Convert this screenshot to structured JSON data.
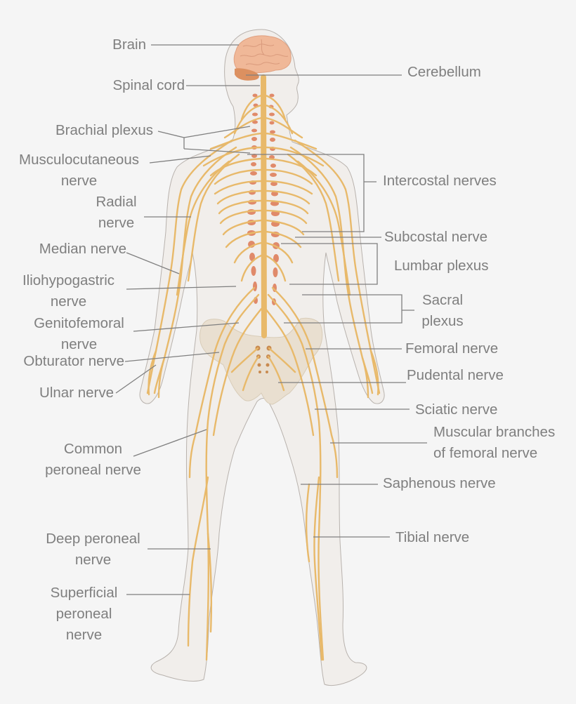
{
  "title": "Human nervous system diagram",
  "colors": {
    "background": "#f5f5f5",
    "body_fill": "#f1eeeb",
    "body_outline": "#b8b2ad",
    "nerve": "#e8b96a",
    "vertebra": "#e08a6a",
    "pelvis": "#e9dfd0",
    "brain": "#f0b898",
    "cerebellum": "#dc9060",
    "label_text": "#7f7f7f",
    "leader_line": "#7f7f7f"
  },
  "labels_left": [
    {
      "id": "brain",
      "lines": [
        "Brain"
      ]
    },
    {
      "id": "spinal-cord",
      "lines": [
        "Spinal cord"
      ]
    },
    {
      "id": "brachial-plexus",
      "lines": [
        "Brachial plexus"
      ]
    },
    {
      "id": "musculocutaneous-nerve",
      "lines": [
        "Musculocutaneous",
        "nerve"
      ]
    },
    {
      "id": "radial-nerve",
      "lines": [
        "Radial",
        "nerve"
      ]
    },
    {
      "id": "median-nerve",
      "lines": [
        "Median nerve"
      ]
    },
    {
      "id": "iliohypogastric-nerve",
      "lines": [
        "Iliohypogastric",
        "nerve"
      ]
    },
    {
      "id": "genitofemoral-nerve",
      "lines": [
        "Genitofemoral",
        "nerve"
      ]
    },
    {
      "id": "obturator-nerve",
      "lines": [
        "Obturator nerve"
      ]
    },
    {
      "id": "ulnar-nerve",
      "lines": [
        "Ulnar nerve"
      ]
    },
    {
      "id": "common-peroneal-nerve",
      "lines": [
        "Common",
        "peroneal nerve"
      ]
    },
    {
      "id": "deep-peroneal-nerve",
      "lines": [
        "Deep peroneal",
        "nerve"
      ]
    },
    {
      "id": "superficial-peroneal-nerve",
      "lines": [
        "Superficial",
        "peroneal",
        "nerve"
      ]
    }
  ],
  "labels_right": [
    {
      "id": "cerebellum",
      "lines": [
        "Cerebellum"
      ]
    },
    {
      "id": "intercostal-nerves",
      "lines": [
        "Intercostal nerves"
      ]
    },
    {
      "id": "subcostal-nerve",
      "lines": [
        "Subcostal nerve"
      ]
    },
    {
      "id": "lumbar-plexus",
      "lines": [
        "Lumbar plexus"
      ]
    },
    {
      "id": "sacral-plexus",
      "lines": [
        "Sacral",
        "plexus"
      ]
    },
    {
      "id": "femoral-nerve",
      "lines": [
        "Femoral nerve"
      ]
    },
    {
      "id": "pudental-nerve",
      "lines": [
        "Pudental nerve"
      ]
    },
    {
      "id": "sciatic-nerve",
      "lines": [
        "Sciatic nerve"
      ]
    },
    {
      "id": "muscular-branches-femoral-nerve",
      "lines": [
        "Muscular branches",
        "of femoral nerve"
      ]
    },
    {
      "id": "saphenous-nerve",
      "lines": [
        "Saphenous nerve"
      ]
    },
    {
      "id": "tibial-nerve",
      "lines": [
        "Tibial nerve"
      ]
    }
  ]
}
